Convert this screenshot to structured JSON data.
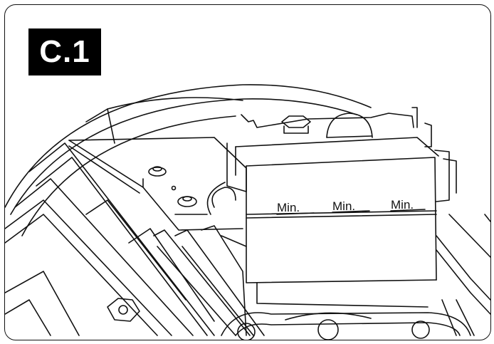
{
  "figure": {
    "step_label": "C.1",
    "level_marks": [
      "Min.",
      "Min.",
      "Min."
    ]
  },
  "colors": {
    "line": "#111111",
    "background": "#ffffff",
    "badge_bg": "#000000",
    "badge_text": "#ffffff"
  }
}
